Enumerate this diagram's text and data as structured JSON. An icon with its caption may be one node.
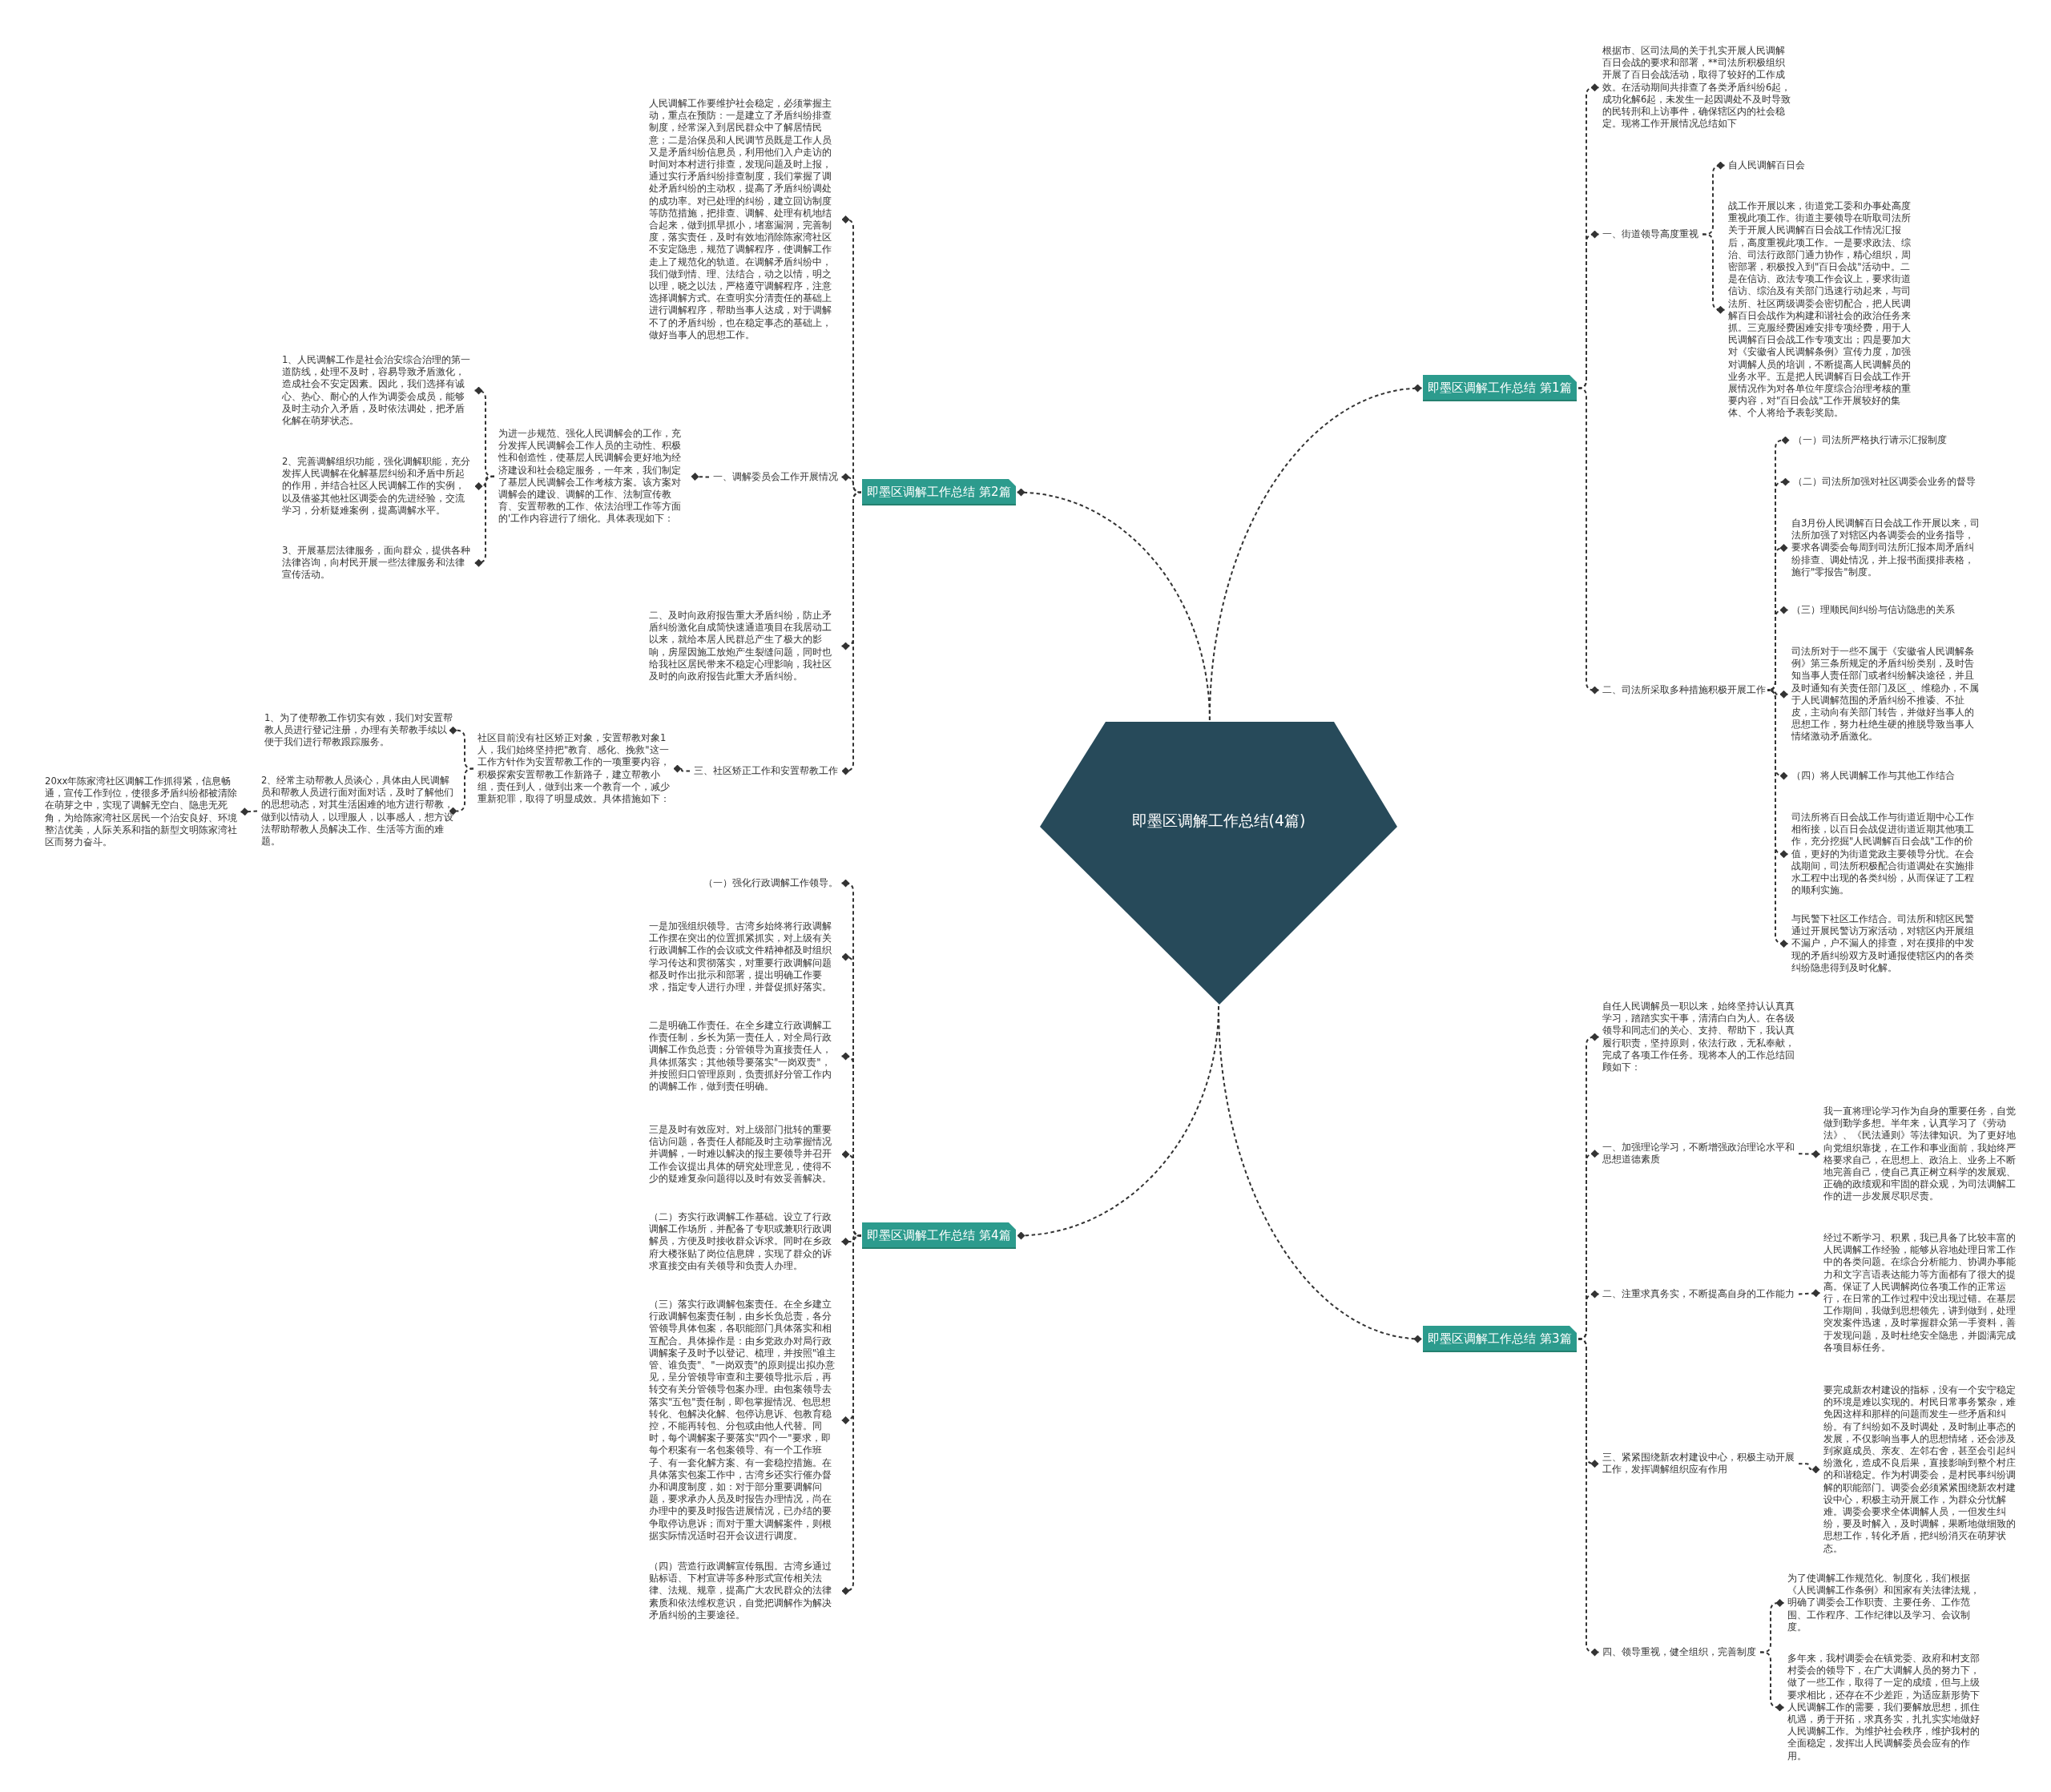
{
  "diagram": {
    "nodes": [
      {
        "text": [
          "即墨区调解工作总结(4篇)"
        ]
      },
      {
        "text": [
          "即墨区调解工作总结 第1篇"
        ]
      },
      {
        "text": [
          "根据市、区司法局的关于扎实开展人民调解百日会战的要求和部署，**司法所积极组织开展了百日会战活动，取得了较好的工作成效。在活动期间共排查了各类矛盾纠纷6起，成功化解6起，未发生一起因调处不及时导致的民转刑和上访事件，确保辖区内的社会稳定。现将工作开展情况总结如下"
        ]
      },
      {
        "text": [
          "一、街道领导高度重视"
        ]
      },
      {
        "text": [
          "自人民调解百日会"
        ]
      },
      {
        "text": [
          "战工作开展以来，街道党工委和办事处高度重视此项工作。街道主要领导在听取司法所关于开展人民调解百日会战工作情况汇报后，高度重视此项工作。一是要求政法、综治、司法行政部门通力协作，精心组织，周密部署，积极投入到\"百日会战\"活动中。二是在信访、政法专项工作会议上，要求街道信访、综治及有关部门迅速行动起来，与司法所、社区两级调委会密切配合，把人民调解百日会战作为构建和谐社会的政治任务来抓。三克服经费困难安排专项经费，用于人民调解百日会战工作专项支出；四是要加大对《安徽省人民调解条例》宣传力度，加强对调解人员的培训，不断提高人民调解员的业务水平。五是把人民调解百日会战工作开展情况作为对各单位年度综合治理考核的重要内容，对\"百日会战\"工作开展较好的集体、个人将给予表彰奖励。"
        ]
      },
      {
        "text": [
          "二、司法所采取多种措施积极开展工作"
        ]
      },
      {
        "text": [
          "（一）司法所严格执行请示汇报制度"
        ]
      },
      {
        "text": [
          "（二）司法所加强对社区调委会业务的督导"
        ]
      },
      {
        "text": [
          "自3月份人民调解百日会战工作开展以来，司法所加强了对辖区内各调委会的业务指导，要求各调委会每周到司法所汇报本周矛盾纠纷排查、调处情况，并上报书面摸排表格，施行\"零报告\"制度。"
        ]
      },
      {
        "text": [
          "（三）理顺民间纠纷与信访隐患的关系"
        ]
      },
      {
        "text": [
          "司法所对于一些不属于《安徽省人民调解条例》第三条所规定的矛盾纠纷类别，及时告知当事人责任部门或者纠纷解决途径，并且及时通知有关责任部门及区_、维稳办，不属于人民调解范围的矛盾纠纷不推诿、不扯皮，主动向有关部门转告，并做好当事人的思想工作，努力杜绝生硬的推脱导致当事人情绪激动矛盾激化。"
        ]
      },
      {
        "text": [
          "（四）将人民调解工作与其他工作结合"
        ]
      },
      {
        "text": [
          "司法所将百日会战工作与街道近期中心工作相衔接，以百日会战促进街道近期其他项工作，充分挖掘\"人民调解百日会战\"工作的价值，更好的为街道党政主要领导分忧。在会战期间，司法所积极配合街道调处在实施排水工程中出现的各类纠纷，从而保证了工程的顺利实施。"
        ]
      },
      {
        "text": [
          "与民警下社区工作结合。司法所和辖区民警通过开展民警访万家活动，对辖区内开展组不漏户，户不漏人的排查，对在摸排的中发现的矛盾纠纷双方及时通报使辖区内的各类纠纷隐患得到及时化解。"
        ]
      },
      {
        "text": [
          "即墨区调解工作总结 第2篇"
        ]
      },
      {
        "text": [
          "人民调解工作要维护社会稳定，必须掌握主动，重点在预防：一是建立了矛盾纠纷排查制度，经常深入到居民群众中了解居情民意；二是治保员和人民调节员既是工作人员又是矛盾纠纷信息员，利用他们入户走访的时间对本村进行排查，发现问题及时上报，通过实行矛盾纠纷排查制度，我们掌握了调处矛盾纠纷的主动权，提高了矛盾纠纷调处的成功率。对已处理的纠纷，建立回访制度等防范措施，把排查、调解、处理有机地结合起来，做到抓早抓小，堵塞漏洞，完善制度，落实责任，及时有效地消除陈家湾社区不安定隐患，规范了调解程序，使调解工作走上了规范化的轨道。在调解矛盾纠纷中，我们做到情、理、法结合，动之以情，明之以理，晓之以法，严格遵守调解程序，注意选择调解方式。在查明实分清责任的基础上进行调解程序，帮助当事人达成，对于调解不了的矛盾纠纷，也在稳定事态的基础上，做好当事人的思想工作。"
        ]
      },
      {
        "text": [
          "一、调解委员会工作开展情况"
        ]
      },
      {
        "text": [
          "为进一步规范、强化人民调解会的工作，充分发挥人民调解会工作人员的主动性、积极性和创造性，使基层人民调解会更好地为经济建设和社会稳定服务，一年来，我们制定了基层人民调解会工作考核方案。该方案对调解会的建设、调解的工作、法制宣传教育、安置帮教的工作、依法治理工作等方面的'工作内容进行了细化。具体表现如下："
        ]
      },
      {
        "text": [
          "1、人民调解工作是社会治安综合治理的第一道防线，处理不及时，容易导致矛盾激化，造成社会不安定因素。因此，我们选择有诚心、热心、耐心的人作为调委会成员，能够及时主动介入矛盾，及时依法调处，把矛盾化解在萌芽状态。"
        ]
      },
      {
        "text": [
          "2、完善调解组织功能，强化调解职能，充分发挥人民调解在化解基层纠纷和矛盾中所起的作用，并结合社区人民调解工作的实例，以及借鉴其他社区调委会的先进经验，交流学习，分析疑难案例，提高调解水平。"
        ]
      },
      {
        "text": [
          "3、开展基层法律服务，面向群众，提供各种法律咨询，向村民开展一些法律服务和法律宣传活动。"
        ]
      },
      {
        "text": [
          "二、及时向政府报告重大矛盾纠纷，防止矛盾纠纷激化自成简快速通道项目在我居动工以来，就给本居人民群总产生了极大的影响，房屋因施工放炮产生裂缝问题，同时也给我社区居民带来不稳定心理影响，我社区及时的向政府报告此重大矛盾纠纷。"
        ]
      },
      {
        "text": [
          "三、社区矫正工作和安置帮教工作"
        ]
      },
      {
        "text": [
          "社区目前没有社区矫正对象，安置帮教对象1人，我们始终坚持把\"教育、感化、挽救\"这一工作方针作为安置帮教工作的一项重要内容，积极探索安置帮教工作新路子，建立帮教小组，责任到人，做到出来一个教育一个，减少重新犯罪，取得了明显成效。具体措施如下："
        ]
      },
      {
        "text": [
          "1、为了使帮教工作切实有效，我们对安置帮教人员进行登记注册，办理有关帮教手续以便于我们进行帮教跟踪服务。"
        ]
      },
      {
        "text": [
          "2、经常主动帮教人员谈心，具体由人民调解员和帮教人员进行面对面对话，及时了解他们的思想动态，对其生活困难的地方进行帮教，做到以情动人，以理服人，以事感人，想方设法帮助帮教人员解决工作、生活等方面的难题。"
        ]
      },
      {
        "text": [
          "20xx年陈家湾社区调解工作抓得紧，信息畅通，宣传工作到位，使很多矛盾纠纷都被清除在萌芽之中，实现了调解无空白、隐患无死角，为给陈家湾社区居民一个治安良好、环境整洁优美，人际关系和指的新型文明陈家湾社区而努力奋斗。"
        ]
      },
      {
        "text": [
          "即墨区调解工作总结 第3篇"
        ]
      },
      {
        "text": [
          "自任人民调解员一职以来，始终坚持认认真真学习，踏踏实实干事，清清白白为人。在各级领导和同志们的关心、支持、帮助下，我认真履行职责，坚持原则，依法行政，无私奉献，完成了各项工作任务。现将本人的工作总结回顾如下："
        ]
      },
      {
        "text": [
          "一、加强理论学习，不断增强政治理论水平和思想道德素质"
        ]
      },
      {
        "text": [
          "我一直将理论学习作为自身的重要任务，自觉做到勤学多想。半年来，认真学习了《劳动法》、《民法通则》等法律知识。为了更好地向党组织靠拢，在工作和事业面前，我始终严格要求自己，在思想上、政治上、业务上不断地完善自己，使自己真正树立科学的发展观、正确的政绩观和牢固的群众观，为司法调解工作的进一步发展尽职尽责。"
        ]
      },
      {
        "text": [
          "二、注重求真务实，不断提高自身的工作能力"
        ]
      },
      {
        "text": [
          "经过不断学习、积累，我已具备了比较丰富的人民调解工作经验，能够从容地处理日常工作中的各类问题。在综合分析能力、协调办事能力和文字言语表达能力等方面都有了很大的提高。保证了人民调解岗位各项工作的正常运行，在日常的工作过程中没出现过错。在基层工作期间，我做到思想领先，讲到做到，处理突发案件迅速，及时掌握群众第一手资料，善于发现问题，及时杜绝安全隐患，并圆满完成各项目标任务。"
        ]
      },
      {
        "text": [
          "三、紧紧围绕新农村建设中心，积极主动开展工作，发挥调解组织应有作用"
        ]
      },
      {
        "text": [
          "要完成新农村建设的指标，没有一个安宁稳定的环境是难以实现的。村民日常事务繁杂，难免因这样和那样的问题而发生一些矛盾和纠纷。有了纠纷如不及时调处，及时制止事态的发展，不仅影响当事人的思想情绪，还会涉及到家庭成员、亲友、左邻右舍，甚至会引起纠纷激化，造成不良后果，直接影响到整个村庄的和谐稳定。作为村调委会，是村民事纠纷调解的职能部门。调委会必须紧紧围绕新农村建设中心，积极主动开展工作，为群众分忧解难。调委会要求全体调解人员，一但发生纠纷，要及时解入，及时调解，果断地做细致的思想工作，转化矛盾，把纠纷消灭在萌芽状态。"
        ]
      },
      {
        "text": [
          "四、领导重视，健全组织，完善制度"
        ]
      },
      {
        "text": [
          "为了使调解工作规范化、制度化，我们根据《人民调解工作条例》和国家有关法律法规，明确了调委会工作职责、主要任务、工作范围、工作程序、工作纪律以及学习、会议制度。"
        ]
      },
      {
        "text": [
          "多年来，我村调委会在镇党委、政府和村支部村委会的领导下，在广大调解人员的努力下，做了一些工作，取得了一定的成绩，但与上级要求相比，还存在不少差距，为适应新形势下人民调解工作的需要，我们要解放思想，抓住机遇，勇于开拓，求真务实，扎扎实实地做好人民调解工作。为维护社会秩序，维护我村的全面稳定，发挥出人民调解委员会应有的作用。"
        ]
      },
      {
        "text": [
          "即墨区调解工作总结 第4篇"
        ]
      },
      {
        "text": [
          "（一）强化行政调解工作领导。"
        ]
      },
      {
        "text": [
          "一是加强组织领导。古湾乡始终将行政调解工作摆在突出的位置抓紧抓实，对上级有关行政调解工作的会议或文件精神都及时组织学习传达和贯彻落实，对重要行政调解问题都及时作出批示和部署，提出明确工作要求，指定专人进行办理，并督促抓好落实。"
        ]
      },
      {
        "text": [
          "二是明确工作责任。在全乡建立行政调解工作责任制，乡长为第一责任人，对全局行政调解工作负总责；分管领导为直接责任人，具体抓落实；其他领导要落实\"一岗双责\"，并按照归口管理原则，负责抓好分管工作内的调解工作，做到责任明确。"
        ]
      },
      {
        "text": [
          "三是及时有效应对。对上级部门批转的重要信访问题，各责任人都能及时主动掌握情况并调解，一时难以解决的报主要领导并召开工作会议提出具体的研究处理意见，使得不少的疑难复杂问题得以及时有效妥善解决。"
        ]
      },
      {
        "text": [
          "（二）夯实行政调解工作基础。设立了行政调解工作场所，并配备了专职或兼职行政调解员，方便及时接收群众诉求。同时在乡政府大楼张贴了岗位信息牌，实现了群众的诉求直接交由有关领导和负责人办理。"
        ]
      },
      {
        "text": [
          "（三）落实行政调解包案责任。在全乡建立行政调解包案责任制，由乡长负总责，各分管领导具体包案，各职能部门具体落实和相互配合。具体操作是：由乡党政办对局行政调解案子及时予以登记、梳理，并按照\"谁主管、谁负责\"、\"一岗双责\"的原则提出拟办意见，呈分管领导审查和主要领导批示后，再转交有关分管领导包案办理。由包案领导去落实\"五包\"责任制，即包掌握情况、包思想转化、包解决化解、包停访息诉、包教育稳控，不能再转包、分包或由他人代替。同时，每个调解案子要落实\"四个一\"要求，即每个积案有一名包案领导、有一个工作班子、有一套化解方案、有一套稳控措施。在具体落实包案工作中，古湾乡还实行催办督办和调度制度，如：对于部分重要调解问题，要求承办人员及时报告办理情况，尚在办理中的要及时报告进展情况，已办结的要争取停访息诉；而对于重大调解案件，则根据实际情况适时召开会议进行调度。"
        ]
      },
      {
        "text": [
          "（四）营造行政调解宣传氛围。古湾乡通过贴标语、下村宣讲等多种形式宣传相关法律、法规、规章，提高广大农民群众的法律素质和依法维权意识，自觉把调解作为解决矛盾纠纷的主要途径。"
        ]
      }
    ],
    "edges": [
      {
        "from": 0,
        "to": 1,
        "arrow": "other"
      },
      {
        "from": 0,
        "to": 15,
        "arrow": "other"
      },
      {
        "from": 0,
        "to": 28,
        "arrow": "other"
      },
      {
        "from": 0,
        "to": 39,
        "arrow": "other"
      },
      {
        "from": 1,
        "to": 2,
        "arrow": "other"
      },
      {
        "from": 1,
        "to": 3,
        "arrow": "other"
      },
      {
        "from": 1,
        "to": 6,
        "arrow": "other"
      },
      {
        "from": 3,
        "to": 4,
        "arrow": "other"
      },
      {
        "from": 3,
        "to": 5,
        "arrow": "other"
      },
      {
        "from": 6,
        "to": 7,
        "arrow": "other"
      },
      {
        "from": 6,
        "to": 8,
        "arrow": "other"
      },
      {
        "from": 6,
        "to": 9,
        "arrow": "other"
      },
      {
        "from": 6,
        "to": 10,
        "arrow": "other"
      },
      {
        "from": 6,
        "to": 11,
        "arrow": "other"
      },
      {
        "from": 6,
        "to": 12,
        "arrow": "other"
      },
      {
        "from": 6,
        "to": 13,
        "arrow": "other"
      },
      {
        "from": 6,
        "to": 14,
        "arrow": "other"
      },
      {
        "from": 15,
        "to": 16,
        "arrow": "other"
      },
      {
        "from": 15,
        "to": 17,
        "arrow": "other"
      },
      {
        "from": 15,
        "to": 22,
        "arrow": "other"
      },
      {
        "from": 15,
        "to": 23,
        "arrow": "other"
      },
      {
        "from": 17,
        "to": 18,
        "arrow": "other"
      },
      {
        "from": 18,
        "to": 19,
        "arrow": "other"
      },
      {
        "from": 18,
        "to": 20,
        "arrow": "other"
      },
      {
        "from": 18,
        "to": 21,
        "arrow": "other"
      },
      {
        "from": 23,
        "to": 24,
        "arrow": "other"
      },
      {
        "from": 24,
        "to": 25,
        "arrow": "other"
      },
      {
        "from": 24,
        "to": 26,
        "arrow": "other"
      },
      {
        "from": 26,
        "to": 27,
        "arrow": "other"
      },
      {
        "from": 28,
        "to": 29,
        "arrow": "other"
      },
      {
        "from": 28,
        "to": 30,
        "arrow": "other"
      },
      {
        "from": 28,
        "to": 32,
        "arrow": "other"
      },
      {
        "from": 28,
        "to": 34,
        "arrow": "other"
      },
      {
        "from": 28,
        "to": 36,
        "arrow": "other"
      },
      {
        "from": 30,
        "to": 31,
        "arrow": "other"
      },
      {
        "from": 32,
        "to": 33,
        "arrow": "other"
      },
      {
        "from": 34,
        "to": 35,
        "arrow": "other"
      },
      {
        "from": 36,
        "to": 37,
        "arrow": "other"
      },
      {
        "from": 36,
        "to": 38,
        "arrow": "other"
      },
      {
        "from": 39,
        "to": 40,
        "arrow": "other"
      },
      {
        "from": 39,
        "to": 41,
        "arrow": "other"
      },
      {
        "from": 39,
        "to": 42,
        "arrow": "other"
      },
      {
        "from": 39,
        "to": 43,
        "arrow": "other"
      },
      {
        "from": 39,
        "to": 44,
        "arrow": "other"
      },
      {
        "from": 39,
        "to": 45,
        "arrow": "other"
      },
      {
        "from": 39,
        "to": 46,
        "arrow": "other"
      }
    ]
  }
}
